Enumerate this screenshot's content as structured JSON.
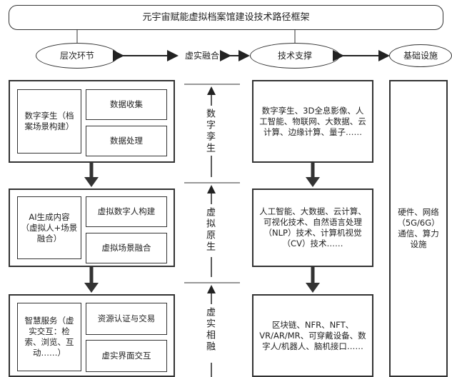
{
  "header": {
    "title": "元宇宙赋能虚拟档案馆建设技术路径框架"
  },
  "top_row": {
    "level_label": "层次环节",
    "merge_label": "虚实融合",
    "tech_label": "技术支撑",
    "infra_label": "基础设施"
  },
  "layers": [
    {
      "left": "数字孪生（档案场景构建）",
      "right_top": "数据收集",
      "right_bottom": "数据处理",
      "axis": "数字孪生"
    },
    {
      "left": "AI生成内容（虚拟人+场景融合）",
      "right_top": "虚拟数字人构建",
      "right_bottom": "虚拟场景融合",
      "axis": "虚拟原生"
    },
    {
      "left": "智慧服务（虚实交互：检索、浏览、互动……）",
      "right_top": "资源认证与交易",
      "right_bottom": "虚实界面交互",
      "axis": "虚实相融"
    }
  ],
  "tech": [
    "数字孪生、3D全息影像、人工智能、物联网、大数据、云计算、边缘计算、量子……",
    "人工智能、大数据、云计算、可视化技术、自然语言处理（NLP）技术、计算机视觉（CV）技术……",
    "区块链、NFR、NFT、VR/AR/MR、可穿戴设备、数字人/机器人、脑机接口……"
  ],
  "infra": "硬件、网络（5G/6G）通信、算力设施"
}
